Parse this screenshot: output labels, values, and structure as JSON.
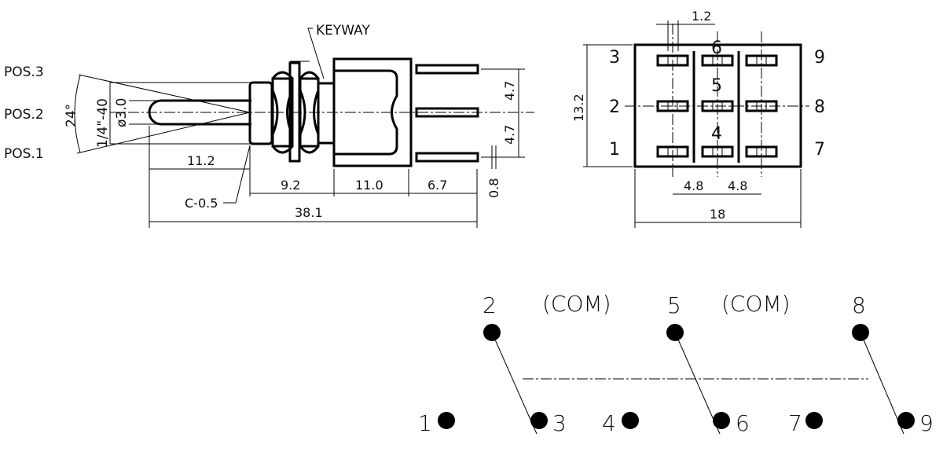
{
  "side_view": {
    "positions": [
      "POS.3",
      "POS.2",
      "POS.1"
    ],
    "angle": "24°",
    "thread": "1/4\"-40",
    "lever_diameter": "ø3.0",
    "keyway": "KEYWAY",
    "chamfer": "C-0.5",
    "dimensions": {
      "lever_length": "11.2",
      "bushing": "9.2",
      "body": "11.0",
      "terminals": "6.7",
      "total": "38.1",
      "pitch_upper": "4.7",
      "pitch_lower": "4.7",
      "terminal_thickness": "0.8"
    }
  },
  "bottom_view": {
    "pin_labels_left": [
      "3",
      "2",
      "1"
    ],
    "pin_labels_right": [
      "9",
      "8",
      "7"
    ],
    "pin_labels_center": [
      "6",
      "5",
      "4"
    ],
    "dimensions": {
      "height": "13.2",
      "pad_width": "1.2",
      "pitch_left": "4.8",
      "pitch_right": "4.8",
      "width": "18"
    }
  },
  "schematic": {
    "com_labels": [
      "2",
      "5",
      "8"
    ],
    "com_text": "(COM)",
    "throw_labels": [
      "1",
      "3",
      "4",
      "6",
      "7",
      "9"
    ]
  }
}
